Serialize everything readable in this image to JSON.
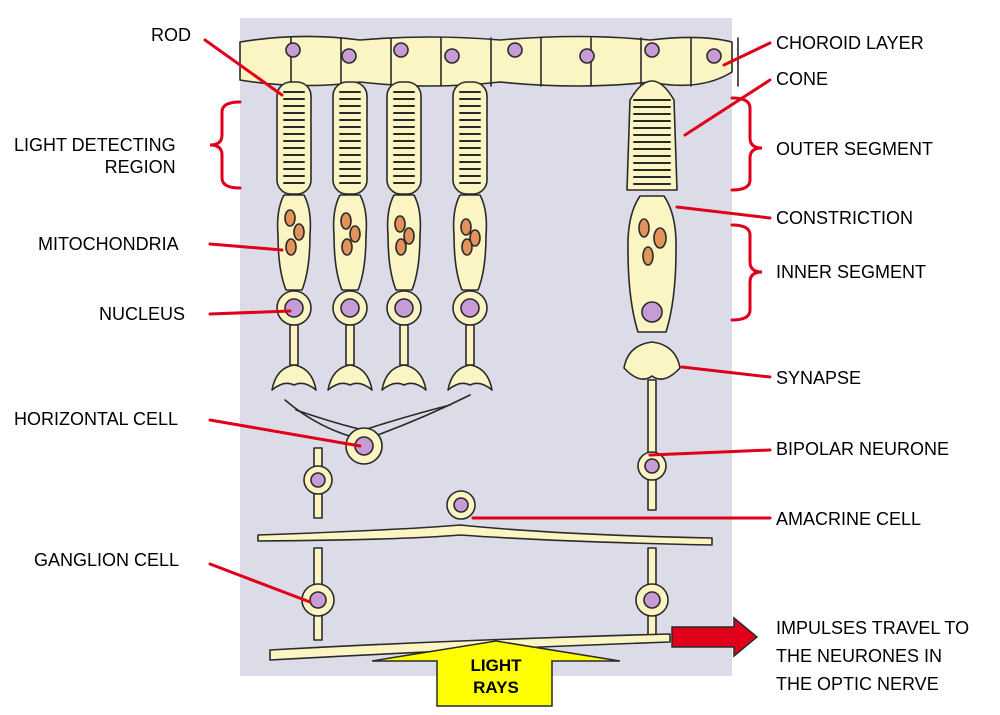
{
  "labels": {
    "rod": "ROD",
    "light_detecting_region": "LIGHT DETECTING\nREGION",
    "mitochondria": "MITOCHONDRIA",
    "nucleus": "NUCLEUS",
    "horizontal_cell": "HORIZONTAL CELL",
    "ganglion_cell": "GANGLION CELL",
    "choroid_layer": "CHOROID LAYER",
    "cone": "CONE",
    "outer_segment": "OUTER SEGMENT",
    "constriction": "CONSTRICTION",
    "inner_segment": "INNER SEGMENT",
    "synapse": "SYNAPSE",
    "bipolar_neurone": "BIPOLAR NEURONE",
    "amacrine_cell": "AMACRINE CELL",
    "impulses": "IMPULSES TRAVEL TO\nTHE NEURONES IN\nTHE OPTIC NERVE",
    "light_rays": "LIGHT\nRAYS"
  },
  "colors": {
    "panel": "#dcdce8",
    "cell_fill": "#fbf5c4",
    "outline": "#2a2a2a",
    "nucleus": "#c79bd6",
    "mitochondria": "#e2935a",
    "leader": "#e0001a",
    "light_arrow": "#ffff00",
    "impulse_arrow": "#e0001a"
  }
}
